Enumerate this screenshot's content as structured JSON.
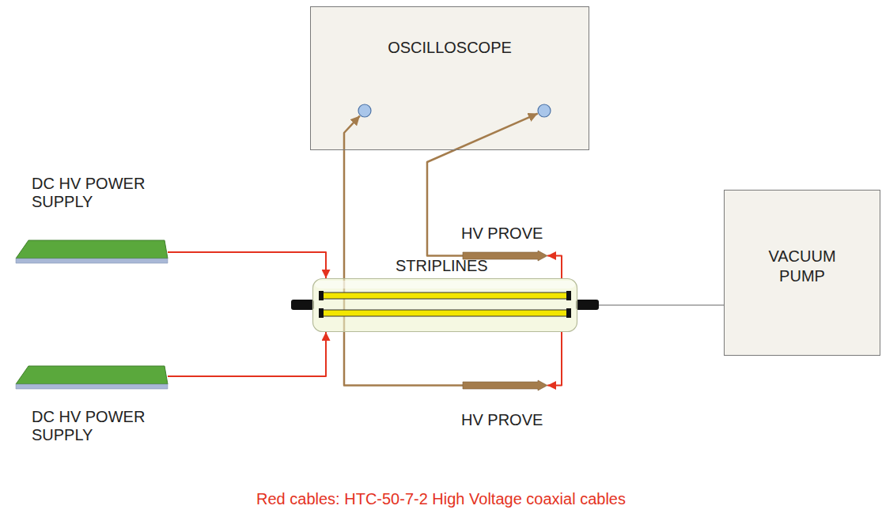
{
  "diagram": {
    "caption": "Red cables: HTC-50-7-2 High Voltage coaxial cables",
    "nodes": [
      {
        "text": [
          "OSCILLOSCOPE"
        ]
      },
      {
        "text": [
          "DC HV POWER SUPPLY"
        ]
      },
      {
        "text": [
          "HV PROVE"
        ]
      },
      {
        "text": [
          "STRIPLINES"
        ]
      },
      {
        "text": [
          "VACUUM PUMP"
        ]
      },
      {
        "text": [
          "HV PROVE"
        ]
      },
      {
        "text": [
          "DC HV POWER SUPPLY"
        ]
      }
    ],
    "edges": [
      {
        "from": 1,
        "to": 3,
        "arrow": "to"
      },
      {
        "from": 6,
        "to": 3,
        "arrow": "to"
      },
      {
        "from": 3,
        "to": 2,
        "arrow": "to"
      },
      {
        "from": 3,
        "to": 5,
        "arrow": "to"
      },
      {
        "from": 2,
        "to": 0,
        "arrow": "to"
      },
      {
        "from": 5,
        "to": 0,
        "arrow": "to"
      },
      {
        "from": 3,
        "to": 4,
        "arrow": "none"
      }
    ]
  }
}
